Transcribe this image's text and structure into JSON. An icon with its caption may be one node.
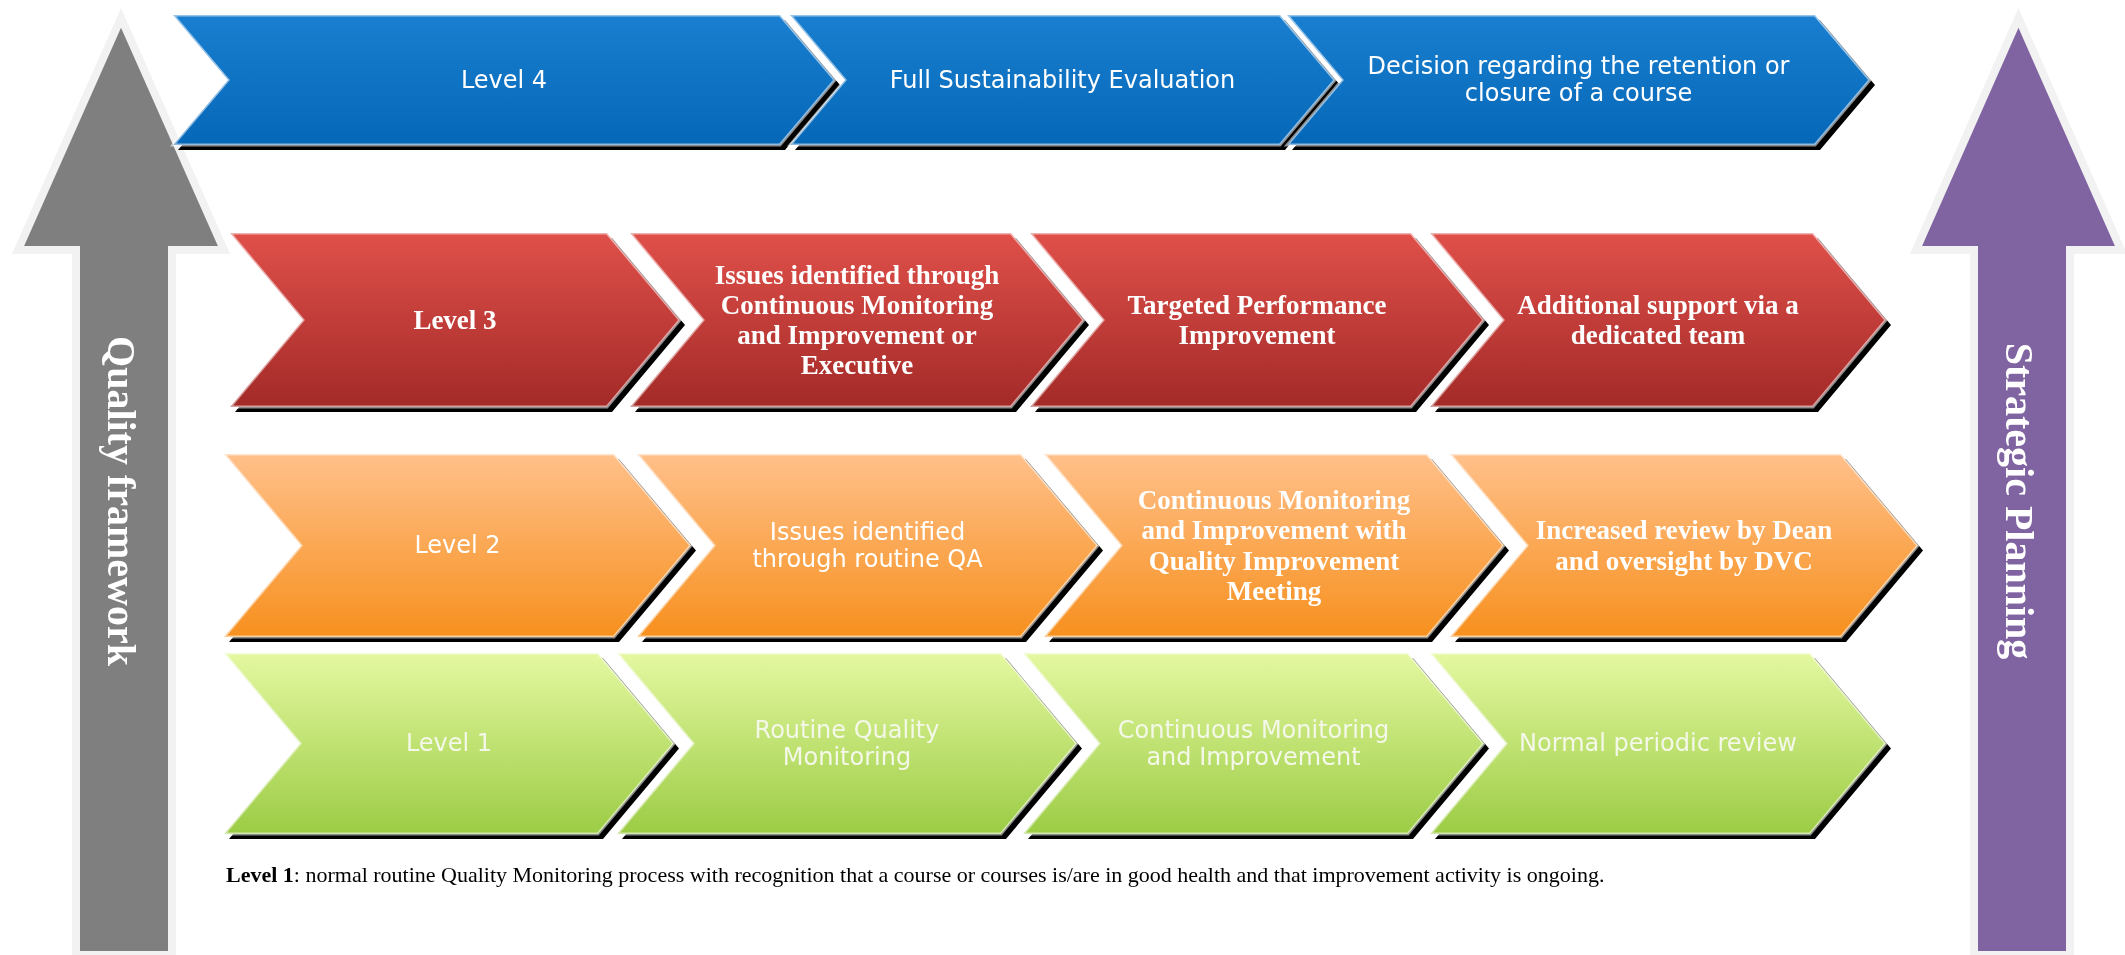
{
  "diagram": {
    "nodes": [
      {
        "text": [
          "Quality framework"
        ]
      },
      {
        "text": [
          "Level 4"
        ]
      },
      {
        "text": [
          "Full Sustainability Evaluation"
        ]
      },
      {
        "text": [
          "Decision  regarding the retention or closure of a course"
        ]
      },
      {
        "text": [
          "Level 3"
        ]
      },
      {
        "text": [
          "Issues identified through Continuous Monitoring and Improvement or Executive"
        ]
      },
      {
        "text": [
          "Targeted Performance Improvement"
        ]
      },
      {
        "text": [
          "Additional support via a dedicated team"
        ]
      },
      {
        "text": [
          "Level 2"
        ]
      },
      {
        "text": [
          "Issues identified through routine QA"
        ]
      },
      {
        "text": [
          "Continuous Monitoring and Improvement with Quality Improvement Meeting"
        ]
      },
      {
        "text": [
          "Increased review by Dean and oversight by DVC"
        ]
      },
      {
        "text": [
          "Level 1"
        ]
      },
      {
        "text": [
          "Routine Quality Monitoring"
        ]
      },
      {
        "text": [
          "Continuous Monitoring and Improvement"
        ]
      },
      {
        "text": [
          "Normal periodic review"
        ]
      },
      {
        "text": [
          "Strategic Planning"
        ]
      }
    ],
    "edges": [],
    "labels": [
      "**Level 1**: normal routine Quality Monitoring process with recognition that a course or courses is/are in good health and that improvement activity is ongoing."
    ]
  }
}
